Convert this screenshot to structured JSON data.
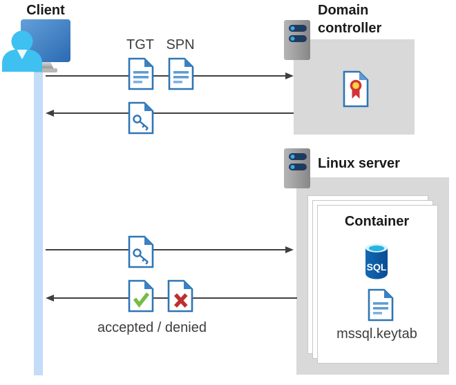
{
  "client": {
    "label": "Client"
  },
  "domain_controller": {
    "label": "Domain controller"
  },
  "linux_server": {
    "label": "Linux server"
  },
  "container": {
    "label": "Container",
    "sql_badge": "SQL",
    "keytab_label": "mssql.keytab"
  },
  "flows": {
    "request_tickets": {
      "labels": {
        "tgt": "TGT",
        "spn": "SPN"
      },
      "direction": "client-to-domain-controller"
    },
    "return_ticket": {
      "direction": "domain-controller-to-client",
      "icon": "key-document-icon"
    },
    "present_ticket": {
      "direction": "client-to-linux-server",
      "icon": "key-document-icon"
    },
    "response": {
      "caption": "accepted / denied",
      "direction": "linux-server-to-client"
    }
  },
  "icons": {
    "client": "user-at-monitor-icon",
    "server": "server-icon",
    "ticket": "document-icon",
    "key_ticket": "key-document-icon",
    "certificate": "certificate-icon",
    "accepted": "check-document-icon",
    "denied": "cross-document-icon",
    "sql": "sql-database-icon"
  },
  "colors": {
    "doc_blue": "#2e75b6",
    "doc_fold_blue": "#3b82c4",
    "doc_line_blue": "#5e9cd3",
    "person_cyan": "#3ec1f0",
    "monitor_blue_start": "#63a0da",
    "monitor_blue_end": "#2b6ab2",
    "server_bar_navy": "#1e3a60",
    "server_dot_cyan": "#31aee4",
    "box_gray": "#d9d9d9",
    "arrow_gray": "#3f3f3f",
    "lifeline_blue": "#c3dcf7",
    "check_green": "#76bc43",
    "cross_red": "#be2f2e",
    "medal_gold": "#ffd43b",
    "ribbon_red": "#d13438",
    "sql_body_blue": "#0d5ca8",
    "sql_top_cyan": "#29b3e0"
  }
}
